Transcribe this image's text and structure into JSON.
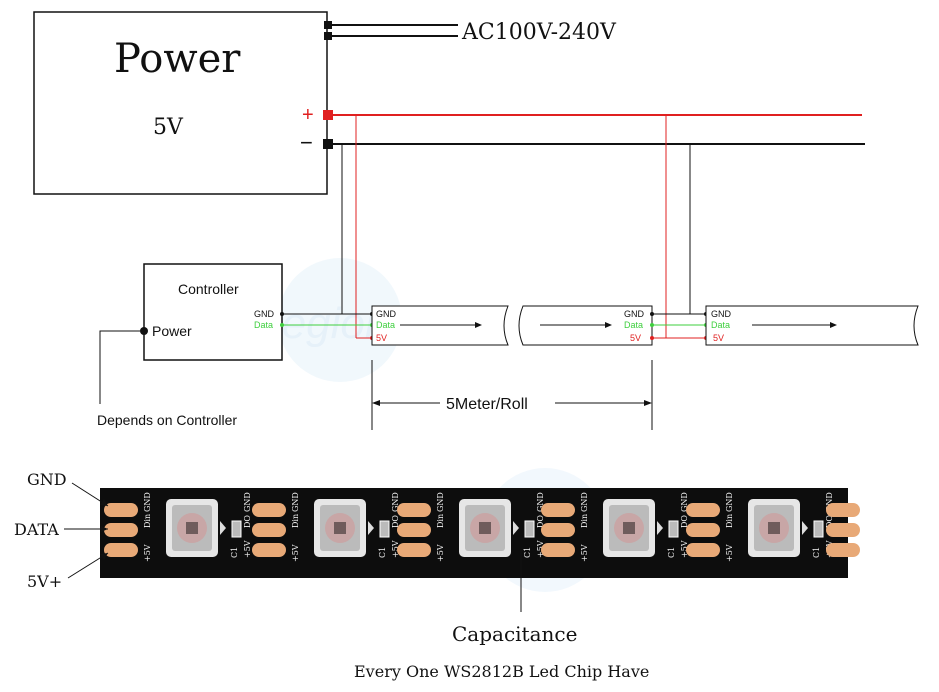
{
  "power": {
    "title": "Power",
    "voltage": "5V",
    "plus": "+",
    "minus": "−"
  },
  "ac_input": "AC100V-240V",
  "controller": {
    "title": "Controller",
    "gnd": "GND",
    "data": "Data",
    "power_pin": "Power"
  },
  "depends": "Depends on Controller",
  "strip_pins": {
    "gnd": "GND",
    "data": "Data",
    "v5": "5V"
  },
  "length": "5Meter/Roll",
  "led_strip": {
    "gnd_label": "GND",
    "data_label": "DATA",
    "v5_label": "5V+",
    "pad_gnd": "GND",
    "pad_din": "Din",
    "pad_do": "DO",
    "pad_5v": "+5V",
    "cap": "C1"
  },
  "capacitance": "Capacitance",
  "caption": "Every One WS2812B Led Chip Have",
  "watermark": "thegioiic",
  "colors": {
    "red": "#e02020",
    "green": "#3ecf3e",
    "black": "#111111",
    "strip": "#0d0d0d",
    "pad": "#e8a977"
  }
}
